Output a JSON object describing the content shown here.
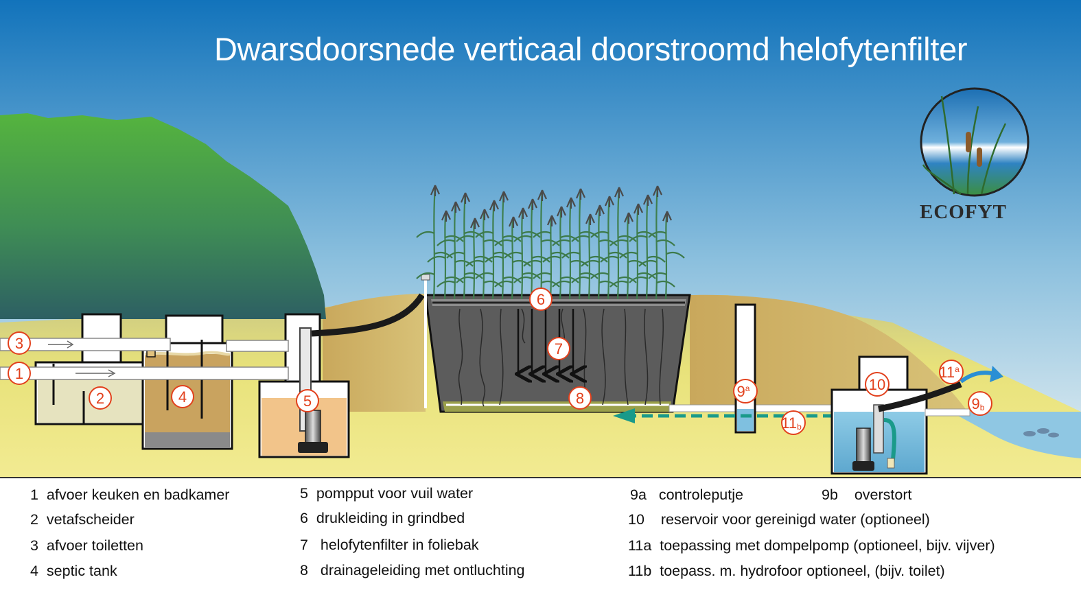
{
  "title": "Dwarsdoorsnede verticaal doorstroomd helofytenfilter",
  "brand": "ECOFYT",
  "badges": {
    "b1": "1",
    "b2": "2",
    "b3": "3",
    "b4": "4",
    "b5": "5",
    "b6": "6",
    "b7": "7",
    "b8": "8",
    "b9a": {
      "main": "9",
      "sub": "a"
    },
    "b9b": {
      "main": "9",
      "sub": "b"
    },
    "b10": "10",
    "b11a": {
      "main": "11",
      "sub": "a"
    },
    "b11b": {
      "main": "11",
      "sub": "b"
    }
  },
  "legend": [
    {
      "num": "1",
      "text": "afvoer keuken en badkamer"
    },
    {
      "num": "2",
      "text": "vetafscheider"
    },
    {
      "num": "3",
      "text": "afvoer toiletten"
    },
    {
      "num": "4",
      "text": "septic tank"
    },
    {
      "num": "5",
      "text": "pompput voor vuil water"
    },
    {
      "num": "6",
      "text": "drukleiding in grindbed"
    },
    {
      "num": "7",
      "text": " helofytenfilter in foliebak"
    },
    {
      "num": "8",
      "text": " drainageleiding met ontluchting"
    },
    {
      "num": "9a",
      "text": "controleputje"
    },
    {
      "num": "9b",
      "text": "overstort"
    },
    {
      "num": "10",
      "text": "reservoir  voor gereinigd water (optioneel)"
    },
    {
      "num": "11a",
      "text": "toepassing met dompelpomp (optioneel, bijv. vijver)"
    },
    {
      "num": "11b",
      "text": "toepass. m. hydrofoor optioneel, (bijv. toilet)"
    }
  ],
  "colors": {
    "sky_top": "#1273bb",
    "sky_bottom": "#e3eef2",
    "ground": "#e6e07c",
    "hill": "#c7ac5e",
    "badge_text": "#e2401c",
    "filter_bed": "#5b5b5b",
    "water": "#7fc0e0",
    "teal_arrow": "#1a9a8a",
    "blue_arrow": "#2a8fd4"
  }
}
